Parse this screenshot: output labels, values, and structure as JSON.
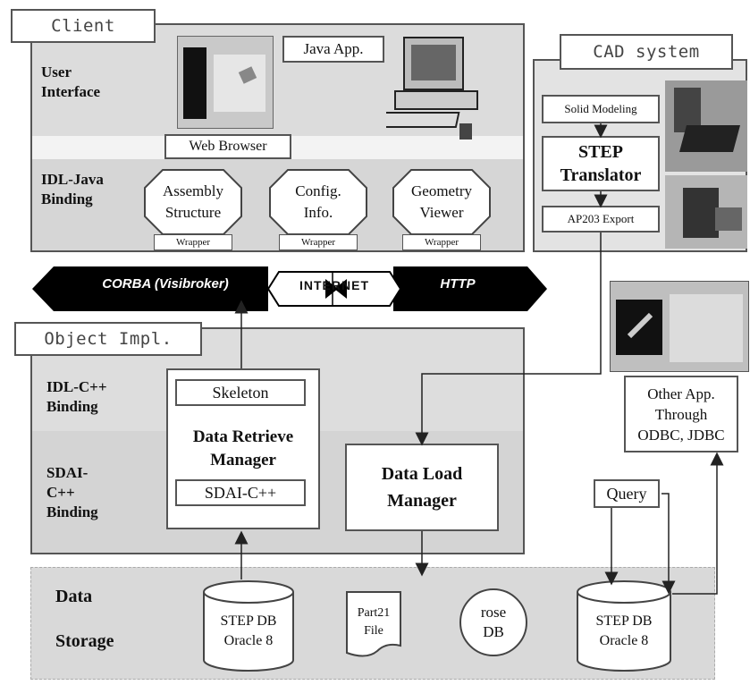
{
  "client": {
    "tab": "Client",
    "user_interface_label": "User\nInterface",
    "java_app": "Java App.",
    "web_browser": "Web Browser",
    "idl_java_label": "IDL-Java\nBinding",
    "components": [
      {
        "name": "Assembly\nStructure",
        "wrapper": "Wrapper"
      },
      {
        "name": "Config.\nInfo.",
        "wrapper": "Wrapper"
      },
      {
        "name": "Geometry\nViewer",
        "wrapper": "Wrapper"
      }
    ]
  },
  "cad": {
    "tab": "CAD system",
    "solid_modeling": "Solid Modeling",
    "step_translator": "STEP\nTranslator",
    "ap203_export": "AP203 Export"
  },
  "network": {
    "corba": "CORBA (Visibroker)",
    "internet": "INTERNET",
    "http": "HTTP"
  },
  "object_impl": {
    "tab": "Object Impl.",
    "idl_cpp_label": "IDL-C++\nBinding",
    "sdai_cpp_label": "SDAI-\nC++\nBinding",
    "skeleton": "Skeleton",
    "data_retrieve_manager": "Data Retrieve\nManager",
    "sdai_cpp": "SDAI-C++",
    "data_load_manager": "Data Load\nManager"
  },
  "other_app": "Other App.\nThrough\nODBC, JDBC",
  "query": "Query",
  "storage": {
    "label_data": "Data",
    "label_storage": "Storage",
    "step_db_1": "STEP DB\nOracle 8",
    "part21": "Part21\nFile",
    "rose_db": "rose\nDB",
    "step_db_2": "STEP DB\nOracle 8"
  }
}
